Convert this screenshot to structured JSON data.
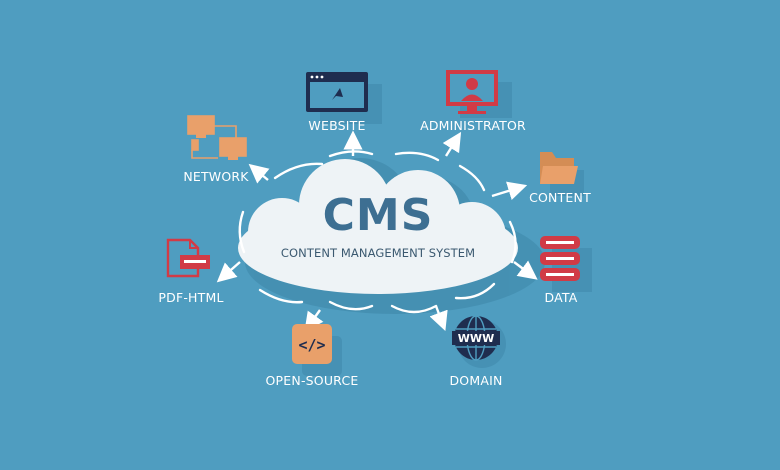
{
  "center": {
    "title": "CMS",
    "subtitle": "CONTENT MANAGEMENT SYSTEM"
  },
  "nodes": {
    "website": "WEBSITE",
    "administrator": "ADMINISTRATOR",
    "network": "NETWORK",
    "content": "CONTENT",
    "pdf_html": "PDF-HTML",
    "data": "DATA",
    "open_source": "OPEN-SOURCE",
    "domain": "DOMAIN"
  },
  "icon_text": {
    "code": "</>",
    "www": "WWW"
  },
  "colors": {
    "background": "#4f9dc0",
    "cloud": "#eef3f6",
    "navy": "#1f2d4f",
    "red": "#d13b46",
    "orange": "#e9a06a",
    "white": "#ffffff"
  }
}
